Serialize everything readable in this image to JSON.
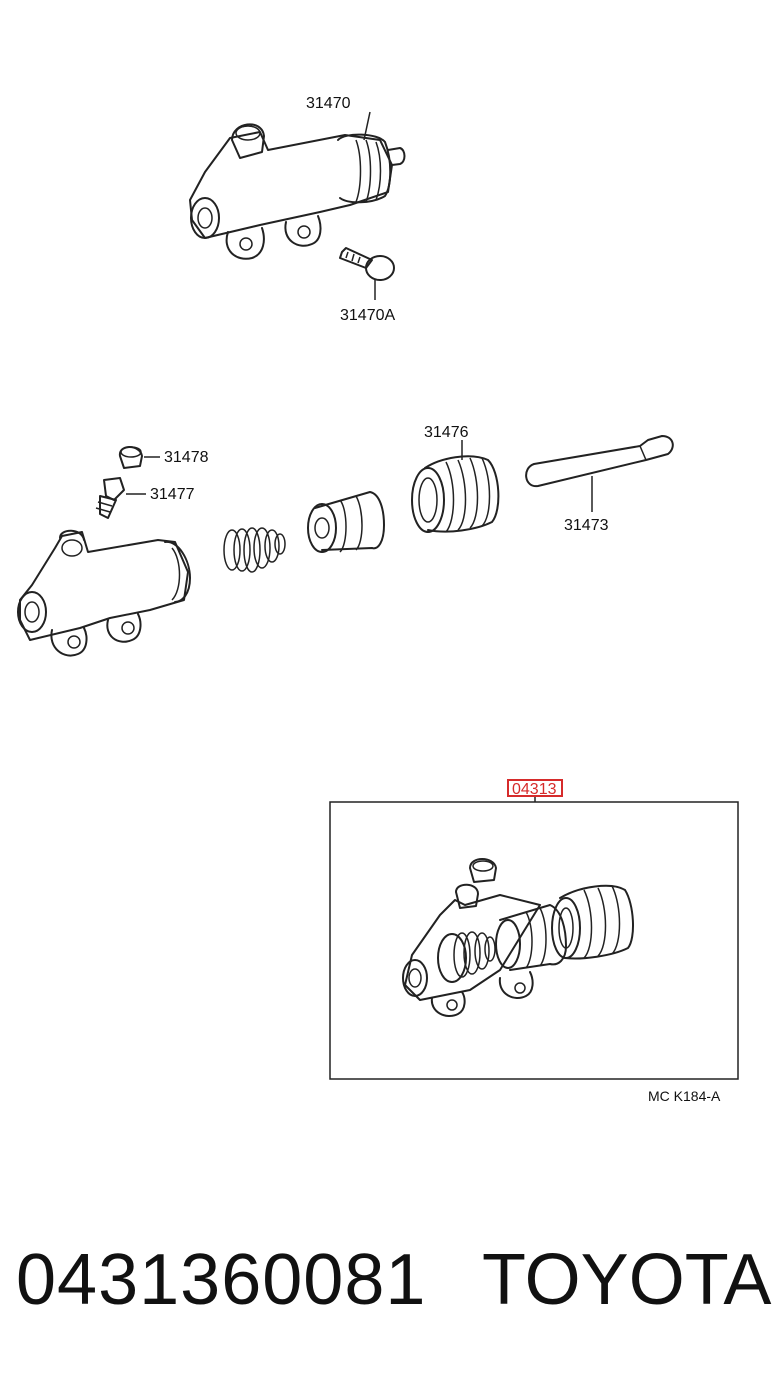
{
  "parts": {
    "cylinder": "31470",
    "bolt": "31470A",
    "cap": "31478",
    "bleeder": "31477",
    "boot": "31476",
    "push_rod": "31473",
    "kit": "04313"
  },
  "ref_code": "MC K184-A",
  "footer": {
    "part_number": "0431360081",
    "brand": "TOYOTA"
  },
  "colors": {
    "kit_highlight": "#d62b2b"
  }
}
